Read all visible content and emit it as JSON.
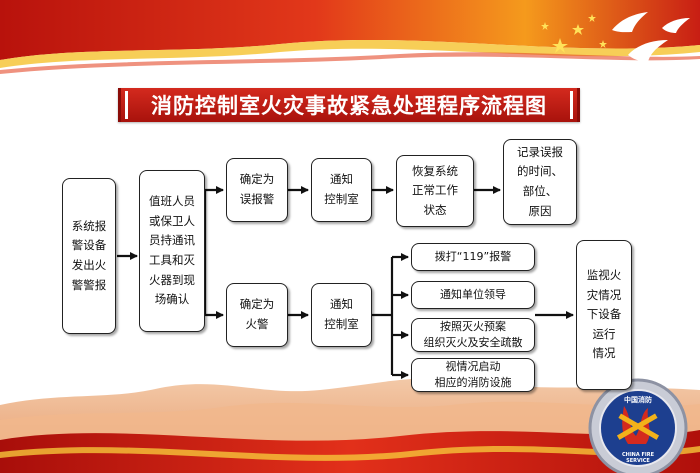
{
  "title": "消防控制室火灾事故紧急处理程序流程图",
  "nodes": {
    "system_alarm": "系统报\n警设备\n发出火\n警警报",
    "duty_confirm": "值班人员\n或保卫人\n员持通讯\n工具和灭\n火器到现\n场确认",
    "false_alarm": "确定为\n误报警",
    "notify_control_top": "通知\n控制室",
    "restore_system": "恢复系统\n正常工作\n状态",
    "record_false": "记录误报\n的时间、\n部位、\n原因",
    "confirm_fire": "确定为\n火警",
    "notify_control_bottom": "通知\n控制室",
    "call_119": "拨打“119”报警",
    "notify_leader": "通知单位领导",
    "fire_plan": "按照灭火预案\n组织灭火及安全疏散",
    "start_facilities": "视情况启动\n相应的消防设施",
    "monitor": "监视火\n灾情况\n下设备\n运行\n情况"
  },
  "emblem_text": "CHINA FIRE SERVICE",
  "colors": {
    "title_red": "#c81e14",
    "box_border": "#222222",
    "banner_red": "#d41a10",
    "banner_gold": "#f3b21a"
  }
}
